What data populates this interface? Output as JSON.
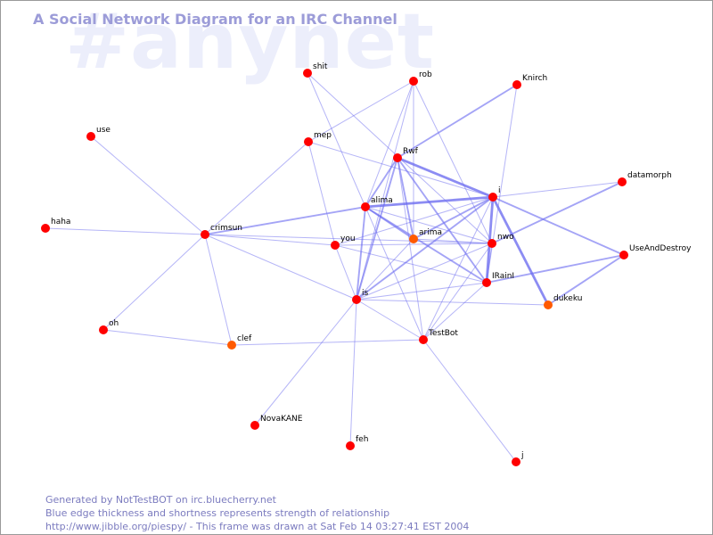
{
  "header": {
    "watermark": "#anynet",
    "title": "A Social Network Diagram for an IRC Channel"
  },
  "colors": {
    "edge": "#6c6cf0",
    "node_red": "#ff0000",
    "node_orange": "#ff5a00",
    "label": "#000000",
    "title": "#9c9cd8",
    "footer": "#7b7bbf"
  },
  "nodes": [
    {
      "id": "shit",
      "label": "shit",
      "color": "red"
    },
    {
      "id": "rob",
      "label": "rob",
      "color": "red"
    },
    {
      "id": "Knirch",
      "label": "Knirch",
      "color": "red"
    },
    {
      "id": "use",
      "label": "use",
      "color": "red"
    },
    {
      "id": "mep",
      "label": "mep",
      "color": "red"
    },
    {
      "id": "Rwf",
      "label": "Rwf",
      "color": "red"
    },
    {
      "id": "datamorph",
      "label": "datamorph",
      "color": "red"
    },
    {
      "id": "i",
      "label": "i",
      "color": "red"
    },
    {
      "id": "alima",
      "label": "alima",
      "color": "red"
    },
    {
      "id": "haha",
      "label": "haha",
      "color": "red"
    },
    {
      "id": "crimsun",
      "label": "crimsun",
      "color": "red"
    },
    {
      "id": "arima",
      "label": "arima",
      "color": "orange"
    },
    {
      "id": "you",
      "label": "you",
      "color": "red"
    },
    {
      "id": "nwo",
      "label": "nwo",
      "color": "red"
    },
    {
      "id": "UseAndDestroy",
      "label": "UseAndDestroy",
      "color": "red"
    },
    {
      "id": "IRainI",
      "label": "IRainI",
      "color": "red"
    },
    {
      "id": "is",
      "label": "is",
      "color": "red"
    },
    {
      "id": "dukeku",
      "label": "dukeku",
      "color": "orange"
    },
    {
      "id": "oh",
      "label": "oh",
      "color": "red"
    },
    {
      "id": "clef",
      "label": "clef",
      "color": "orange"
    },
    {
      "id": "TestBot",
      "label": "TestBot",
      "color": "red"
    },
    {
      "id": "NovaKANE",
      "label": "NovaKANE",
      "color": "red"
    },
    {
      "id": "feh",
      "label": "feh",
      "color": "red"
    },
    {
      "id": "j",
      "label": "j",
      "color": "red"
    }
  ],
  "edges": [
    {
      "from": "shit",
      "to": "alima",
      "weight": 1
    },
    {
      "from": "shit",
      "to": "nwo",
      "weight": 1
    },
    {
      "from": "rob",
      "to": "mep",
      "weight": 1
    },
    {
      "from": "rob",
      "to": "alima",
      "weight": 1
    },
    {
      "from": "rob",
      "to": "arima",
      "weight": 1
    },
    {
      "from": "rob",
      "to": "nwo",
      "weight": 1
    },
    {
      "from": "rob",
      "to": "is",
      "weight": 1
    },
    {
      "from": "Knirch",
      "to": "Rwf",
      "weight": 2
    },
    {
      "from": "Knirch",
      "to": "IRainI",
      "weight": 1
    },
    {
      "from": "use",
      "to": "crimsun",
      "weight": 1
    },
    {
      "from": "mep",
      "to": "crimsun",
      "weight": 1
    },
    {
      "from": "mep",
      "to": "you",
      "weight": 1
    },
    {
      "from": "mep",
      "to": "i",
      "weight": 1
    },
    {
      "from": "Rwf",
      "to": "i",
      "weight": 3
    },
    {
      "from": "Rwf",
      "to": "alima",
      "weight": 2
    },
    {
      "from": "Rwf",
      "to": "arima",
      "weight": 2
    },
    {
      "from": "Rwf",
      "to": "is",
      "weight": 2
    },
    {
      "from": "Rwf",
      "to": "IRainI",
      "weight": 2
    },
    {
      "from": "Rwf",
      "to": "TestBot",
      "weight": 1
    },
    {
      "from": "datamorph",
      "to": "i",
      "weight": 1
    },
    {
      "from": "datamorph",
      "to": "nwo",
      "weight": 2
    },
    {
      "from": "i",
      "to": "alima",
      "weight": 3
    },
    {
      "from": "i",
      "to": "arima",
      "weight": 2
    },
    {
      "from": "i",
      "to": "you",
      "weight": 1
    },
    {
      "from": "i",
      "to": "IRainI",
      "weight": 3
    },
    {
      "from": "i",
      "to": "dukeku",
      "weight": 3
    },
    {
      "from": "i",
      "to": "UseAndDestroy",
      "weight": 2
    },
    {
      "from": "i",
      "to": "is",
      "weight": 2
    },
    {
      "from": "i",
      "to": "TestBot",
      "weight": 1
    },
    {
      "from": "alima",
      "to": "crimsun",
      "weight": 2
    },
    {
      "from": "alima",
      "to": "arima",
      "weight": 2
    },
    {
      "from": "alima",
      "to": "IRainI",
      "weight": 2
    },
    {
      "from": "alima",
      "to": "is",
      "weight": 2
    },
    {
      "from": "alima",
      "to": "TestBot",
      "weight": 1
    },
    {
      "from": "alima",
      "to": "nwo",
      "weight": 1
    },
    {
      "from": "haha",
      "to": "crimsun",
      "weight": 1
    },
    {
      "from": "crimsun",
      "to": "you",
      "weight": 1
    },
    {
      "from": "crimsun",
      "to": "nwo",
      "weight": 1
    },
    {
      "from": "crimsun",
      "to": "is",
      "weight": 1
    },
    {
      "from": "crimsun",
      "to": "clef",
      "weight": 1
    },
    {
      "from": "crimsun",
      "to": "oh",
      "weight": 1
    },
    {
      "from": "arima",
      "to": "nwo",
      "weight": 1
    },
    {
      "from": "arima",
      "to": "is",
      "weight": 1
    },
    {
      "from": "you",
      "to": "nwo",
      "weight": 1
    },
    {
      "from": "you",
      "to": "IRainI",
      "weight": 1
    },
    {
      "from": "you",
      "to": "is",
      "weight": 1
    },
    {
      "from": "nwo",
      "to": "IRainI",
      "weight": 1
    },
    {
      "from": "nwo",
      "to": "is",
      "weight": 1
    },
    {
      "from": "nwo",
      "to": "TestBot",
      "weight": 1
    },
    {
      "from": "UseAndDestroy",
      "to": "IRainI",
      "weight": 2
    },
    {
      "from": "UseAndDestroy",
      "to": "dukeku",
      "weight": 2
    },
    {
      "from": "IRainI",
      "to": "is",
      "weight": 1
    },
    {
      "from": "IRainI",
      "to": "TestBot",
      "weight": 1
    },
    {
      "from": "is",
      "to": "dukeku",
      "weight": 1
    },
    {
      "from": "is",
      "to": "NovaKANE",
      "weight": 1
    },
    {
      "from": "is",
      "to": "feh",
      "weight": 1
    },
    {
      "from": "is",
      "to": "TestBot",
      "weight": 1
    },
    {
      "from": "clef",
      "to": "TestBot",
      "weight": 1
    },
    {
      "from": "oh",
      "to": "clef",
      "weight": 1
    },
    {
      "from": "TestBot",
      "to": "j",
      "weight": 1
    }
  ],
  "footer": {
    "line1": "Generated by NotTestBOT on irc.bluecherry.net",
    "line2": "Blue edge thickness and shortness represents strength of relationship",
    "line3": "http://www.jibble.org/piespy/ - This frame was drawn at Sat Feb 14 03:27:41 EST 2004"
  }
}
